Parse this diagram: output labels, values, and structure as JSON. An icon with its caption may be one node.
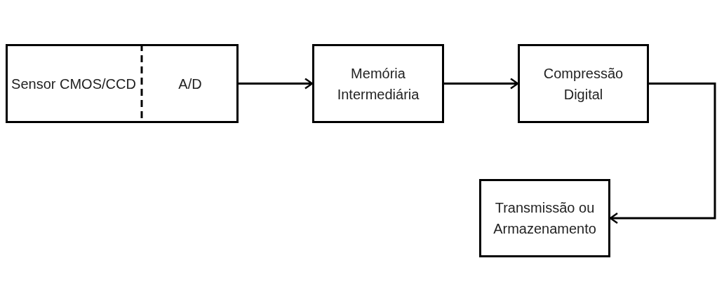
{
  "diagram": {
    "nodes": [
      {
        "text": [],
        "shape": "box"
      },
      {
        "text": [
          "Sensor CMOS/CCD"
        ],
        "in": 0
      },
      {
        "text": [
          "A/D"
        ],
        "in": 0
      },
      {
        "text": [
          "Memória Intermediária"
        ]
      },
      {
        "text": [
          "Compressão Digital"
        ]
      },
      {
        "text": [
          "Transmissão ou Armazenamento"
        ]
      }
    ],
    "edges": [
      {
        "from": 0,
        "to": 3,
        "arrow": "to"
      },
      {
        "from": 3,
        "to": 4,
        "arrow": "to"
      },
      {
        "from": 4,
        "to": 5,
        "arrow": "to"
      }
    ]
  }
}
